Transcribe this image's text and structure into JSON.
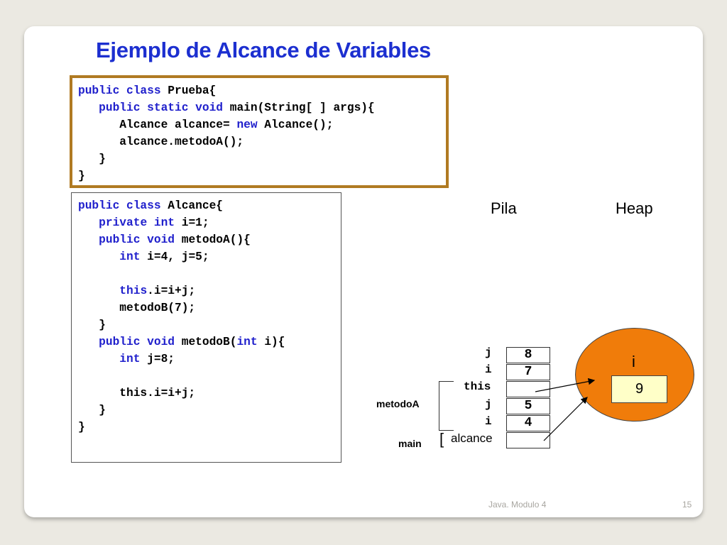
{
  "slide": {
    "title": "Ejemplo de Alcance de Variables",
    "footer_center": "Java.  Modulo 4",
    "page_number": "15"
  },
  "code_prueba": [
    [
      {
        "t": "public class",
        "kw": true
      },
      {
        "t": " Prueba{"
      }
    ],
    [
      {
        "t": "   "
      },
      {
        "t": "public static void",
        "kw": true
      },
      {
        "t": " main(String[ ] args){"
      }
    ],
    [
      {
        "t": "      Alcance alcance= "
      },
      {
        "t": "new",
        "kw": true
      },
      {
        "t": " Alcance();"
      }
    ],
    [
      {
        "t": "      alcance.metodoA();"
      }
    ],
    [
      {
        "t": "   }"
      }
    ],
    [
      {
        "t": "}"
      }
    ]
  ],
  "code_alcance": [
    [
      {
        "t": "public class",
        "kw": true
      },
      {
        "t": " Alcance{"
      }
    ],
    [
      {
        "t": "   "
      },
      {
        "t": "private int",
        "kw": true
      },
      {
        "t": " i=1;"
      }
    ],
    [
      {
        "t": "   "
      },
      {
        "t": "public void",
        "kw": true
      },
      {
        "t": " metodoA(){"
      }
    ],
    [
      {
        "t": "      "
      },
      {
        "t": "int",
        "kw": true
      },
      {
        "t": " i=4, j=5;"
      }
    ],
    [
      {
        "t": ""
      }
    ],
    [
      {
        "t": "      "
      },
      {
        "t": "this",
        "kw": true
      },
      {
        "t": ".i=i+j;"
      }
    ],
    [
      {
        "t": "      metodoB(7);"
      }
    ],
    [
      {
        "t": "   }"
      }
    ],
    [
      {
        "t": "   "
      },
      {
        "t": "public void",
        "kw": true
      },
      {
        "t": " metodoB("
      },
      {
        "t": "int",
        "kw": true
      },
      {
        "t": " i){"
      }
    ],
    [
      {
        "t": "      "
      },
      {
        "t": "int",
        "kw": true
      },
      {
        "t": " j=8;"
      }
    ],
    [
      {
        "t": ""
      }
    ],
    [
      {
        "t": "      this.i=i+j;"
      }
    ],
    [
      {
        "t": "   }"
      }
    ],
    [
      {
        "t": "}"
      }
    ]
  ],
  "diagram": {
    "stack_title": "Pila",
    "heap_title": "Heap",
    "frame_metodoA": "metodoA",
    "frame_main": "main",
    "main_bracket": "[",
    "stack": [
      {
        "name": "j",
        "value": "8"
      },
      {
        "name": "i",
        "value": "7"
      },
      {
        "name": "this",
        "value": ""
      },
      {
        "name": "j",
        "value": "5"
      },
      {
        "name": "i",
        "value": "4"
      },
      {
        "name": "alcance",
        "value": ""
      }
    ],
    "heap_object": {
      "field": "i",
      "value": "9"
    }
  },
  "colors": {
    "title": "#1c2fd0",
    "keyword": "#2020cc",
    "code_frame": "#b07a22",
    "heap_object": "#f07c0a",
    "heap_field": "#ffffc8"
  }
}
